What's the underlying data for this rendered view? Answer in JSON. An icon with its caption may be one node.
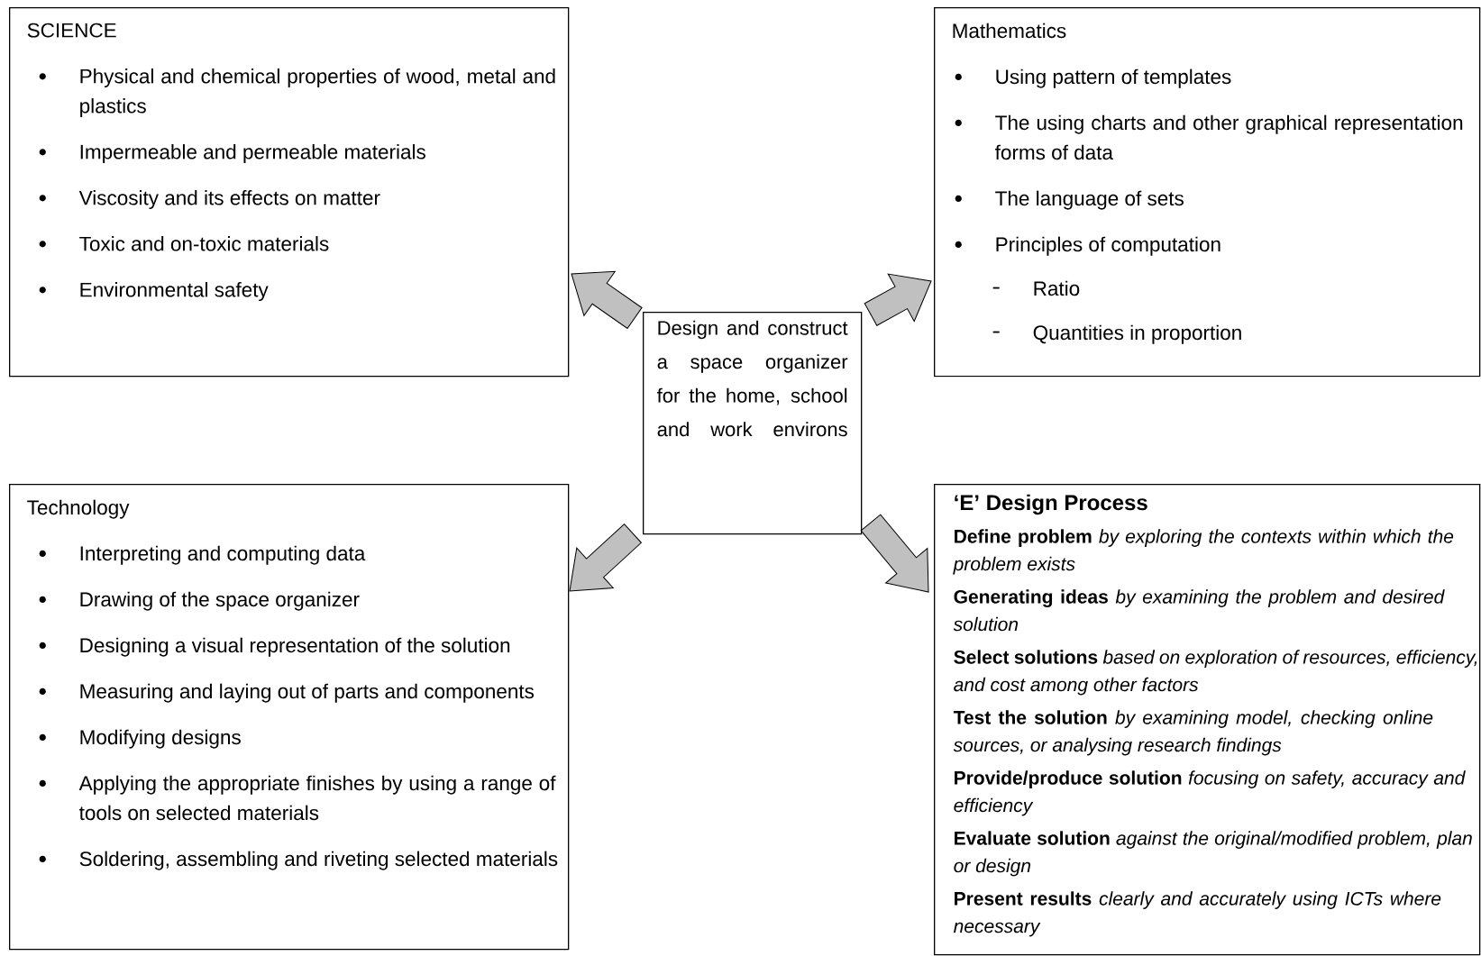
{
  "diagram": {
    "nodes": [
      {
        "text": [
          "SCIENCE",
          "Physical and chemical properties of wood, metal and plastics",
          "Impermeable and permeable materials",
          "Viscosity and its effects on matter",
          "Toxic and on-toxic materials",
          "Environmental safety"
        ]
      },
      {
        "text": [
          "Mathematics",
          "Using pattern of templates",
          "The using charts and other graphical representation forms of data",
          "The language of sets",
          "Principles of computation",
          "Ratio",
          "Quantities in proportion"
        ]
      },
      {
        "text": [
          "Design and construct a space organizer for the home, school and work environs"
        ]
      },
      {
        "text": [
          "Technology",
          "Interpreting and computing data",
          "Drawing of the space organizer",
          "Designing a visual representation of the solution",
          "Measuring and laying out of parts and components",
          "Modifying designs",
          "Applying the appropriate finishes by using a range of tools on selected materials",
          "Soldering, assembling and riveting selected materials"
        ]
      },
      {
        "text": [
          "‘E’ Design Process",
          "**Define problem** *by exploring the contexts within which the problem exists*",
          "**Generating ideas** *by examining the problem and desired solution*",
          "**Select solutions** *based on exploration of resources, efficiency, and cost among other factors*",
          "**Test the solution** *by examining model, checking online sources, or analysing research findings*",
          "**Provide/produce solution** *focusing on safety, accuracy and efficiency*",
          "**Evaluate solution** *against the original/modified problem, plan or design*",
          "**Present results** *clearly and accurately using ICTs where necessary*"
        ]
      }
    ],
    "edges": [
      {
        "from": 2,
        "to": 0,
        "arrow": "to"
      },
      {
        "from": 2,
        "to": 1,
        "arrow": "to"
      },
      {
        "from": 2,
        "to": 3,
        "arrow": "to"
      },
      {
        "from": 2,
        "to": 4,
        "arrow": "to"
      }
    ]
  }
}
